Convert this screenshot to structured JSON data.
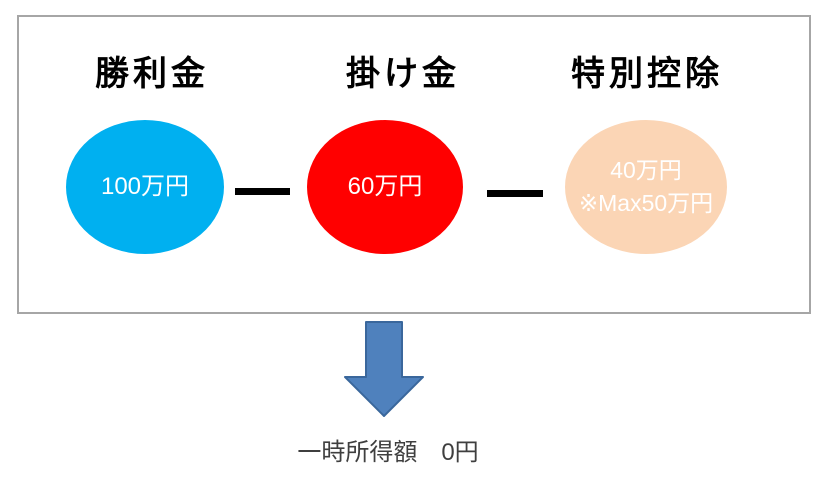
{
  "diagram": {
    "box": {
      "border_color": "#A6A6A6"
    },
    "columns": [
      {
        "title": "勝利金",
        "value": "100万円",
        "note": "",
        "circle_color": "#00B0F0"
      },
      {
        "title": "掛け金",
        "value": "60万円",
        "note": "",
        "circle_color": "#FF0000"
      },
      {
        "title": "特別控除",
        "value": "40万円",
        "note": "※Max50万円",
        "circle_color": "#FBD5B5"
      }
    ],
    "operator": {
      "symbol": "−",
      "color": "#000000"
    },
    "arrow": {
      "fill": "#4F81BD",
      "border": "#3A679C"
    },
    "result": {
      "text": "一時所得額　0円",
      "color": "#3F3F3F"
    }
  }
}
